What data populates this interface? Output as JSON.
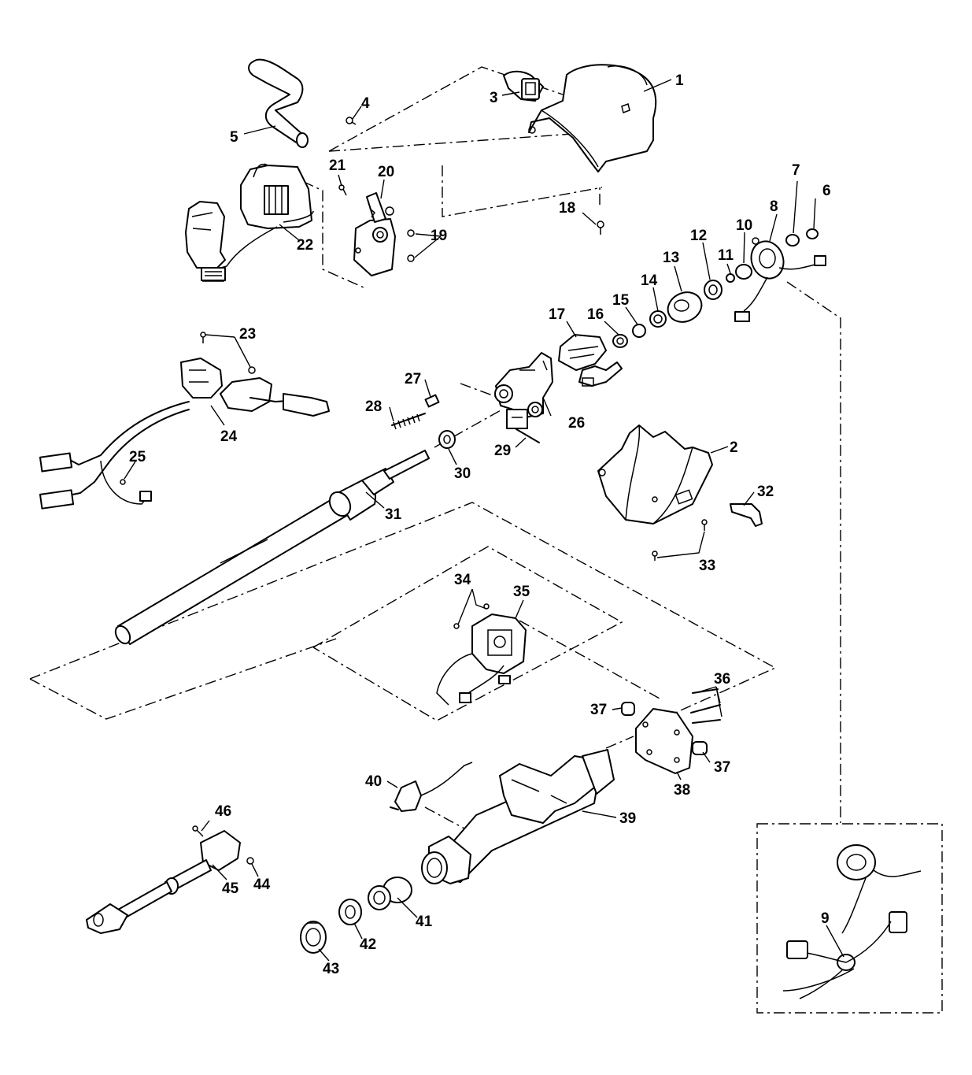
{
  "diagram": {
    "callouts": {
      "c1": "1",
      "c2": "2",
      "c3": "3",
      "c4": "4",
      "c5": "5",
      "c6": "6",
      "c7": "7",
      "c8": "8",
      "c9": "9",
      "c10": "10",
      "c11": "11",
      "c12": "12",
      "c13": "13",
      "c14": "14",
      "c15": "15",
      "c16": "16",
      "c17": "17",
      "c18": "18",
      "c19": "19",
      "c20": "20",
      "c21": "21",
      "c22": "22",
      "c23": "23",
      "c24": "24",
      "c25": "25",
      "c26": "26",
      "c27": "27",
      "c28": "28",
      "c29": "29",
      "c30": "30",
      "c31": "31",
      "c32": "32",
      "c33": "33",
      "c34": "34",
      "c35": "35",
      "c36": "36",
      "c37a": "37",
      "c37b": "37",
      "c38": "38",
      "c39": "39",
      "c40": "40",
      "c41": "41",
      "c42": "42",
      "c43": "43",
      "c44": "44",
      "c45": "45",
      "c46": "46"
    }
  }
}
